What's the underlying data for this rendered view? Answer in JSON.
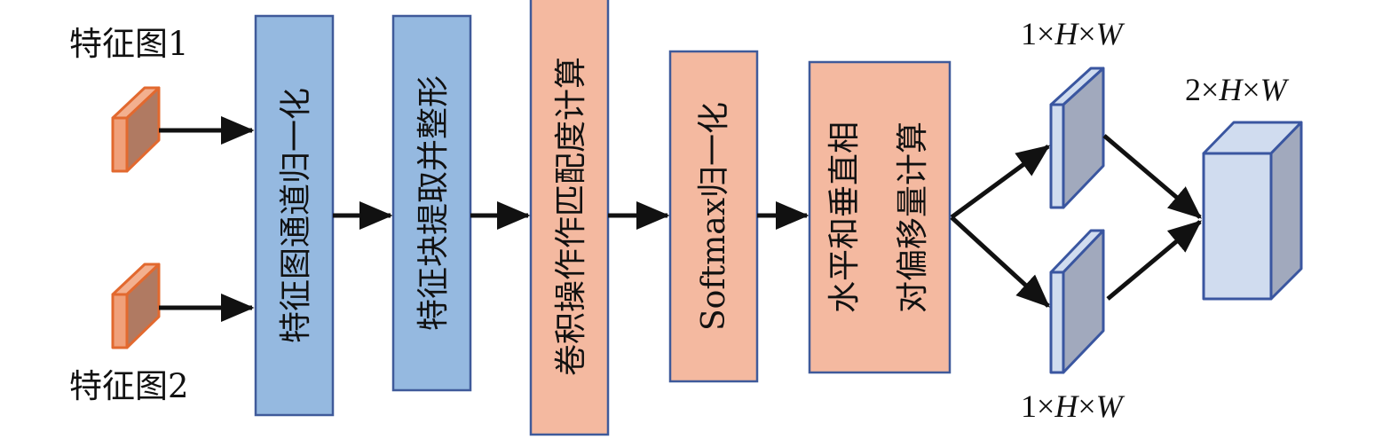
{
  "inputs": {
    "feature_map_1": "特征图1",
    "feature_map_2": "特征图2"
  },
  "steps": [
    {
      "label": "特征图通道归一化"
    },
    {
      "label": "特征块提取并整形"
    },
    {
      "label": "卷积操作作匹配度计算"
    },
    {
      "label": "Softmax归一化"
    },
    {
      "label_line1": "水平和垂直相",
      "label_line2": "对偏移量计算"
    }
  ],
  "outputs": {
    "top_dim": {
      "a": "1×",
      "h": "H",
      "x": "×",
      "w": "W"
    },
    "bottom_dim": {
      "a": "1×",
      "h": "H",
      "x": "×",
      "w": "W"
    },
    "merged_dim": {
      "a": "2×",
      "h": "H",
      "x": "×",
      "w": "W"
    }
  },
  "colors": {
    "blue_box": "#95b9e0",
    "orange_box": "#f4b9a0",
    "border": "#3f5a9a",
    "slab_orange": "#f0a07a",
    "slab_blue": "#d0dcef"
  }
}
